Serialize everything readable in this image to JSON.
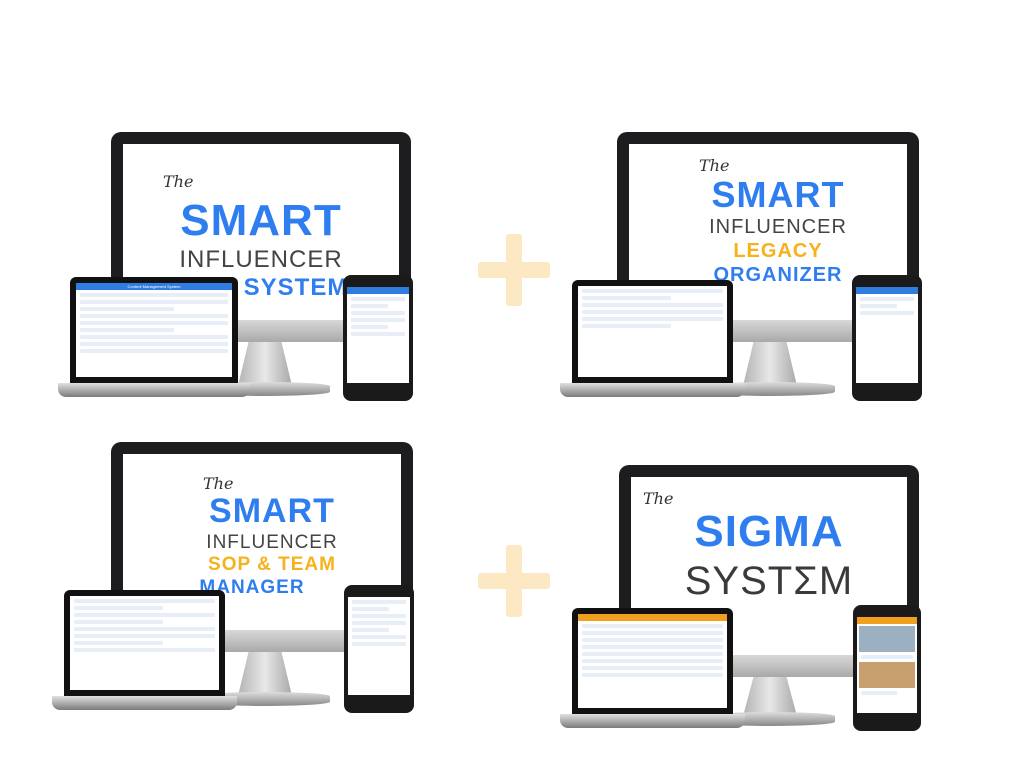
{
  "products": [
    {
      "the": "The",
      "line1": "SMART",
      "line2": "INFLUENCER",
      "line3": "SYSTEM",
      "laptop_title": "Content Management System"
    },
    {
      "the": "The",
      "line1": "SMART",
      "line2": "INFLUENCER",
      "line3": "LEGACY",
      "line4": "ORGANIZER"
    },
    {
      "the": "The",
      "line1": "SMART",
      "line2": "INFLUENCER",
      "line3": "SOP & TEAM",
      "line4": "MANAGER"
    },
    {
      "the": "The",
      "line1": "SIGMA",
      "line2": "SYSTΣM"
    }
  ],
  "colors": {
    "blue": "#2f7ef0",
    "gold": "#f5b21b",
    "plus": "#fce9c4",
    "bezel": "#1d1d1f"
  }
}
